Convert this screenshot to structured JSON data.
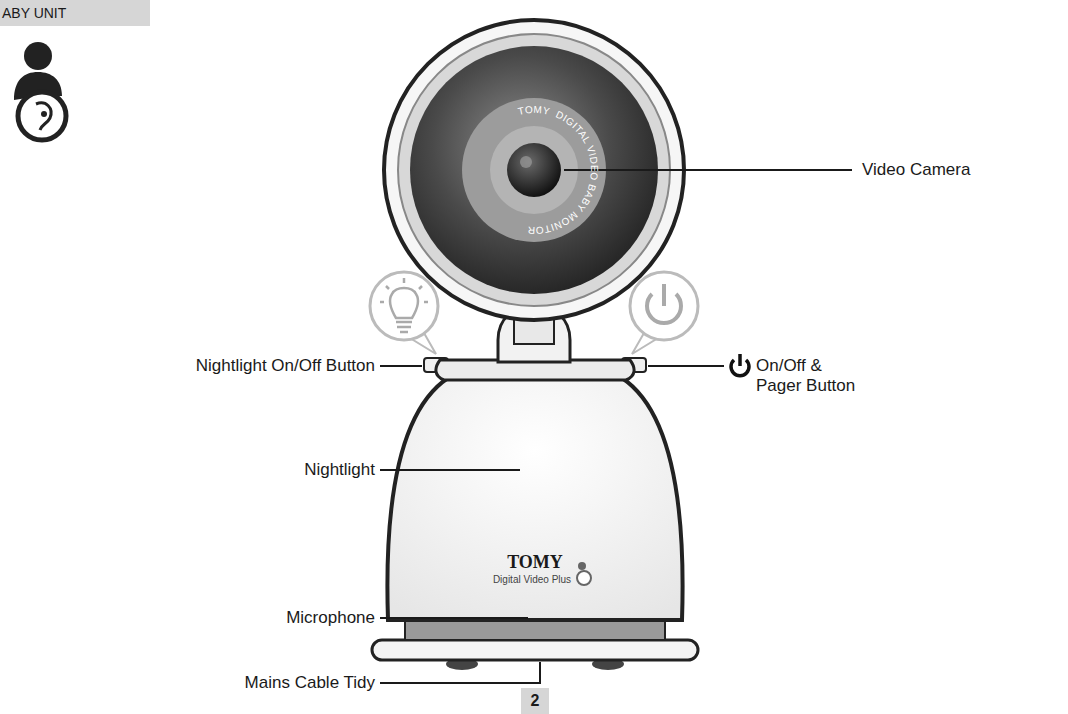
{
  "diagram": {
    "nodes": [
      {
        "text": [
          "ABY UNIT"
        ]
      },
      {
        "text": [
          "2"
        ]
      }
    ],
    "labels": [
      "Video Camera",
      "TOMY",
      "DIGITAL VIDEO BABY MONITOR",
      "Nightlight On/Off Button",
      "On/Off & Pager Button",
      "Nightlight",
      "TOMY",
      "Digital Video Plus",
      "Microphone",
      "Mains Cable Tidy"
    ]
  }
}
